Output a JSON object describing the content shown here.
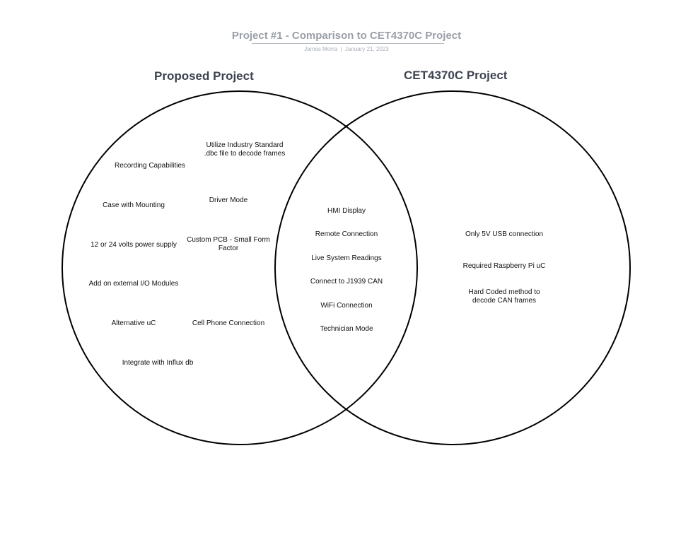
{
  "header": {
    "title": "Project #1 - Comparison to CET4370C Project",
    "author": "James Morra",
    "separator": "|",
    "date": "January 21, 2023"
  },
  "sets": {
    "left": {
      "label": "Proposed Project",
      "items": [
        "Utilize Industry Standard\n.dbc file to decode frames",
        "Recording Capabilities",
        "Driver Mode",
        "Case with Mounting",
        "Custom PCB - Small Form\nFactor",
        "12 or 24 volts power supply",
        "Add on external I/O Modules",
        "Alternative uC",
        "Cell Phone Connection",
        "Integrate with Influx db"
      ]
    },
    "intersection": {
      "items": [
        "HMI Display",
        "Remote Connection",
        "Live  System Readings",
        "Connect to J1939 CAN",
        "WiFi Connection",
        "Technician Mode"
      ]
    },
    "right": {
      "label": "CET4370C Project",
      "items": [
        "Only 5V USB connection",
        "Required Raspberry Pi uC",
        "Hard Coded method to\ndecode CAN frames"
      ]
    }
  },
  "colors": {
    "circle_stroke": "#000000",
    "title": "#9aa0a8",
    "set_label": "#3d4350",
    "item_text": "#111111"
  }
}
